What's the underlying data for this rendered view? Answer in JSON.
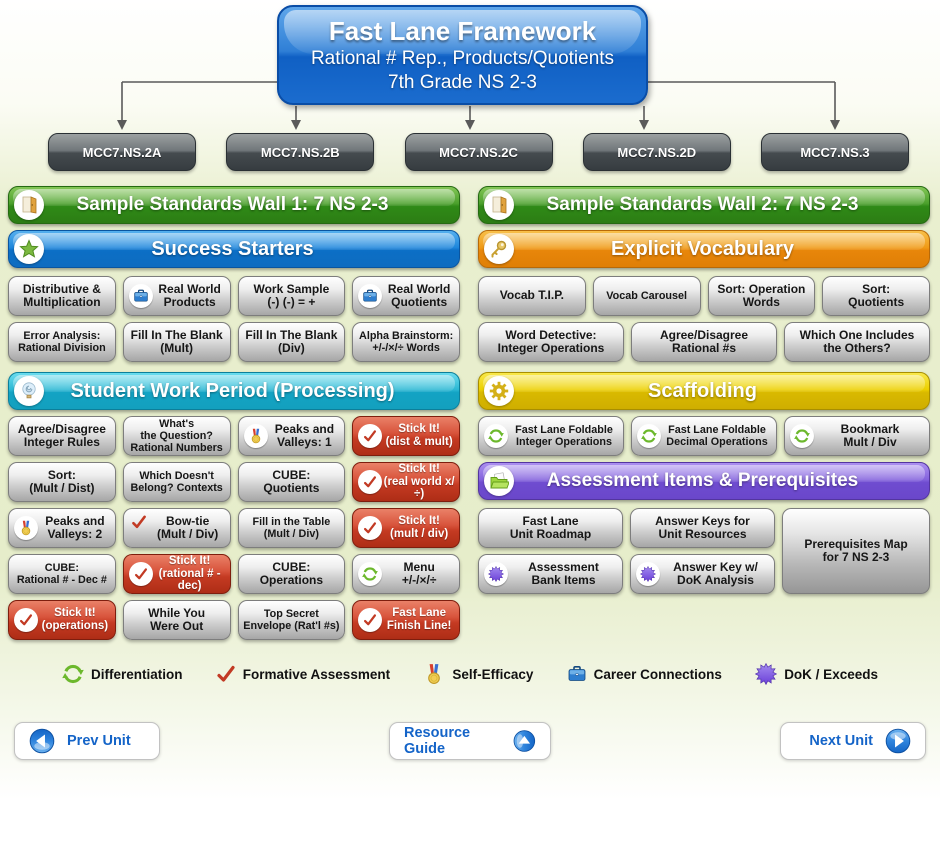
{
  "top_box": {
    "title": "Fast Lane Framework",
    "line2": "Rational # Rep., Products/Quotients",
    "line3": "7th Grade NS 2-3"
  },
  "standards": [
    "MCC7.NS.2A",
    "MCC7.NS.2B",
    "MCC7.NS.2C",
    "MCC7.NS.2D",
    "MCC7.NS.3"
  ],
  "sections": {
    "wall1": {
      "title": "Sample Standards Wall 1: 7 NS 2-3",
      "icon": "door"
    },
    "wall2": {
      "title": "Sample Standards Wall 2: 7 NS 2-3",
      "icon": "door"
    },
    "success": {
      "title": "Success Starters",
      "icon": "star",
      "color": "#1479d2",
      "tiles": [
        {
          "label": "Distributive &\nMultiplication"
        },
        {
          "label": "Real World\nProducts",
          "icon": "briefcase"
        },
        {
          "label": "Work Sample\n(-) (-) = +"
        },
        {
          "label": "Real World\nQuotients",
          "icon": "briefcase"
        },
        {
          "label": "Error Analysis:\nRational Division"
        },
        {
          "label": "Fill In The Blank\n(Mult)"
        },
        {
          "label": "Fill In The Blank\n(Div)"
        },
        {
          "label": "Alpha Brainstorm:\n+/-/×/÷ Words"
        }
      ]
    },
    "vocabulary": {
      "title": "Explicit Vocabulary",
      "icon": "key",
      "color": "#ee9312",
      "tiles": [
        {
          "label": "Vocab T.I.P."
        },
        {
          "label": "Vocab Carousel"
        },
        {
          "label": "Sort: Operation\nWords"
        },
        {
          "label": "Sort:\nQuotients"
        },
        {
          "label": "Word Detective:\nInteger Operations"
        },
        {
          "label": "Agree/Disagree\nRational #s"
        },
        {
          "label": "Which One Includes\nthe Others?"
        }
      ]
    },
    "work": {
      "title": "Student Work Period (Processing)",
      "icon": "lightbulb",
      "color": "#19b0cb",
      "tiles": [
        {
          "label": "Agree/Disagree\nInteger Rules"
        },
        {
          "label": "What's\nthe Question?\nRational Numbers"
        },
        {
          "label": "Peaks and\nValleys: 1",
          "icon": "medal"
        },
        {
          "label": "Stick It!\n(dist & mult)",
          "variant": "red",
          "icon": "check"
        },
        {
          "label": "Sort:\n(Mult / Dist)"
        },
        {
          "label": "Which Doesn't\nBelong? Contexts"
        },
        {
          "label": "CUBE:\nQuotients"
        },
        {
          "label": "Stick It!\n(real world x/÷)",
          "variant": "red",
          "icon": "check"
        },
        {
          "label": "Peaks and\nValleys: 2",
          "icon": "medal"
        },
        {
          "label": "Bow-tie\n(Mult / Div)",
          "icon": "check"
        },
        {
          "label": "Fill in the Table\n(Mult / Div)"
        },
        {
          "label": "Stick It!\n(mult / div)",
          "variant": "red",
          "icon": "check"
        },
        {
          "label": "CUBE:\nRational # - Dec #"
        },
        {
          "label": "Stick It!\n(rational # - dec)",
          "variant": "red",
          "icon": "check"
        },
        {
          "label": "CUBE:\nOperations"
        },
        {
          "label": "Menu\n+/-/×/÷",
          "icon": "recycle"
        },
        {
          "label": "Stick It!\n(operations)",
          "variant": "red",
          "icon": "check"
        },
        {
          "label": "While You\nWere Out"
        },
        {
          "label": "Top Secret\nEnvelope (Rat'l #s)"
        },
        {
          "label": "Fast Lane\nFinish Line!",
          "variant": "red",
          "icon": "check"
        }
      ]
    },
    "scaffolding": {
      "title": "Scaffolding",
      "icon": "gear",
      "color": "#e8c800",
      "tiles": [
        {
          "label": "Fast Lane Foldable\nInteger Operations",
          "icon": "recycle"
        },
        {
          "label": "Fast Lane Foldable\nDecimal Operations",
          "icon": "recycle"
        },
        {
          "label": "Bookmark\nMult / Div",
          "icon": "recycle"
        }
      ]
    },
    "assessment": {
      "title": "Assessment Items & Prerequisites",
      "icon": "folder",
      "color": "#7a55d6",
      "tiles": [
        {
          "label": "Fast Lane\nUnit Roadmap"
        },
        {
          "label": "Answer Keys for\nUnit Resources"
        },
        {
          "label": "Assessment\nBank Items",
          "icon": "burst"
        },
        {
          "label": "Answer Key w/\nDoK Analysis",
          "icon": "burst"
        }
      ],
      "tall_tile": {
        "label": "Prerequisites Map\nfor 7 NS 2-3"
      }
    }
  },
  "legend": {
    "items": [
      {
        "icon": "recycle",
        "label": "Differentiation"
      },
      {
        "icon": "check",
        "label": "Formative Assessment"
      },
      {
        "icon": "medal",
        "label": "Self-Efficacy"
      },
      {
        "icon": "briefcase",
        "label": "Career Connections"
      },
      {
        "icon": "burst",
        "label": "DoK / Exceeds"
      }
    ]
  },
  "nav": {
    "prev": "Prev Unit",
    "guide": "Resource Guide",
    "next": "Next Unit"
  },
  "colors": {
    "green_header": "#3f9a1e",
    "blue_header": "#1479d2",
    "orange_header": "#ee9312",
    "teal_header": "#19b0cb",
    "yellow_header": "#e8c800",
    "purple_header": "#7a55d6",
    "red_tile": "#c23a24",
    "standard_gray": "#454b4f",
    "nav_blue": "#1464c8",
    "title_blue": "#1b6cce"
  }
}
